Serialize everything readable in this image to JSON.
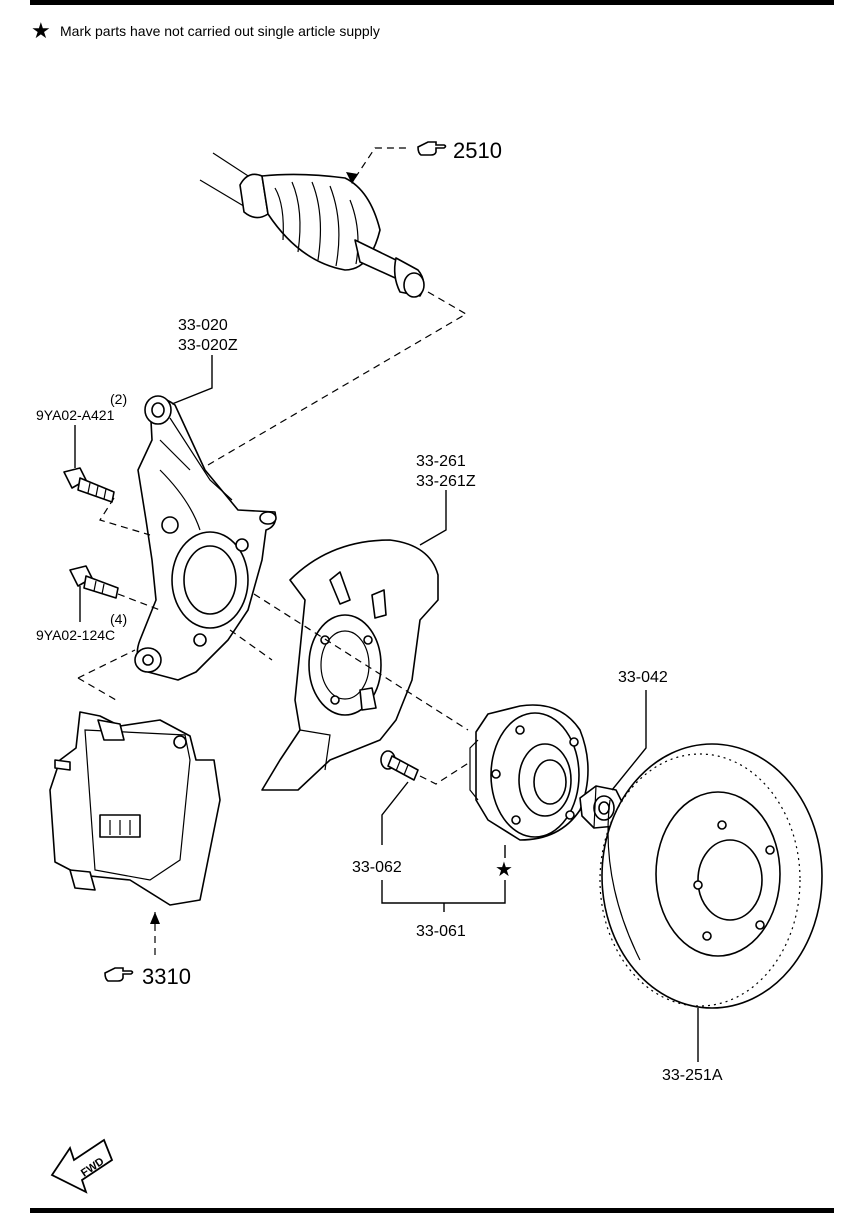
{
  "header": {
    "star_symbol": "★",
    "note": "Mark parts have not carried out single article supply"
  },
  "refs": {
    "driveshaft": "2510",
    "caliper": "3310"
  },
  "labels": {
    "knuckle_a": "33-020",
    "knuckle_b": "33-020Z",
    "bolt_upper_qty": "(2)",
    "bolt_upper": "9YA02-A421",
    "bolt_lower_qty": "(4)",
    "bolt_lower": "9YA02-124C",
    "dust_shield_a": "33-261",
    "dust_shield_b": "33-261Z",
    "nut": "33-042",
    "hub_bolt": "33-062",
    "hub_star": "★",
    "hub_assy": "33-061",
    "disc": "33-251A"
  },
  "fwd_badge": "FWD",
  "icons": {
    "reference": "pointing-hand-icon",
    "star": "star-icon",
    "direction": "fwd-arrow-icon"
  }
}
